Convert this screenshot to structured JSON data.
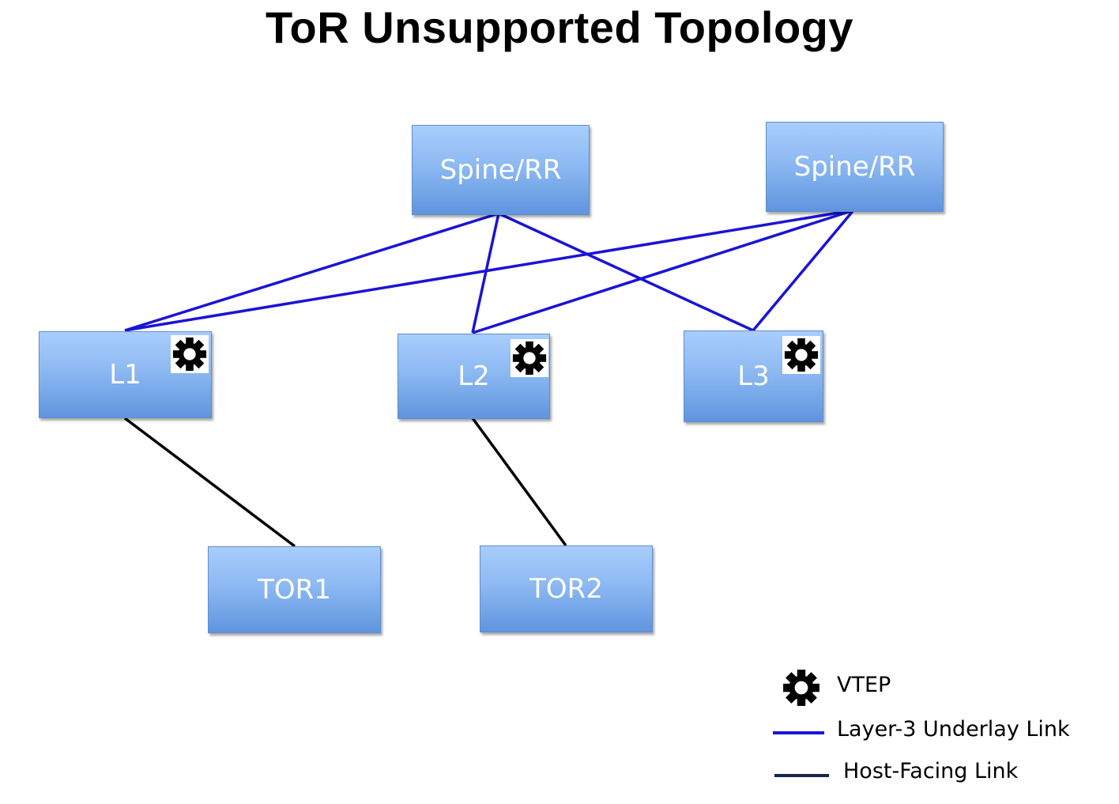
{
  "title": "ToR Unsupported Topology",
  "nodes": {
    "spine1": "Spine/RR",
    "spine2": "Spine/RR",
    "l1": "L1",
    "l2": "L2",
    "l3": "L3",
    "tor1": "TOR1",
    "tor2": "TOR2"
  },
  "legend": {
    "vtep": "VTEP",
    "underlay": "Layer-3 Underlay Link",
    "host": "Host-Facing Link"
  },
  "colors": {
    "underlay_link": "#1a14d6",
    "host_link": "#000000",
    "legend_host_link": "#15254f",
    "node_fill_top": "#a9cdfd",
    "node_fill_bottom": "#5f95df"
  },
  "icons": {
    "vtep": "gear-icon"
  }
}
